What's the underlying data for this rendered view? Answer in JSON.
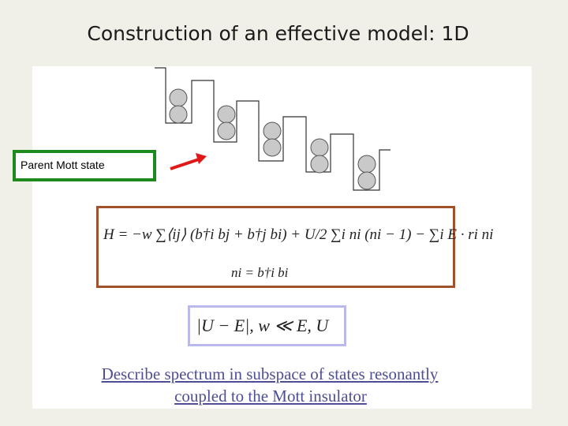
{
  "slide": {
    "title": "Construction of an effective model: 1D"
  },
  "mott_box": {
    "label": "Parent Mott state",
    "border_color": "#1e8a1e"
  },
  "arrow": {
    "color": "#e01818"
  },
  "hamiltonian": {
    "equation": "H = −w ∑⟨ij⟩ (b†i bj + b†j bi) + U/2 ∑i ni (ni − 1) − ∑i E · ri ni",
    "number_operator": "ni = b†i bi",
    "border_color": "#a0522d"
  },
  "condition": {
    "text": "|U − E|, w ≪ E, U",
    "border_color": "#b9b9ec"
  },
  "description": {
    "line1": "Describe spectrum in subspace of states resonantly",
    "line2": "coupled to the Mott insulator",
    "color": "#4e4e94"
  }
}
